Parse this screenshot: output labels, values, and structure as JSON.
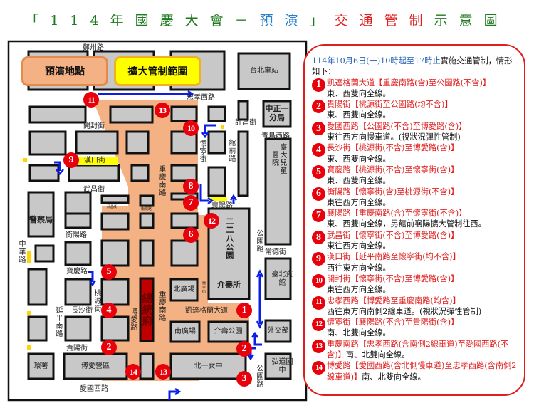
{
  "title": {
    "part1": "「114年國慶大會－",
    "part2": "預演",
    "part3": "」",
    "part4": "交通管制",
    "part5": "示意圖"
  },
  "legend": {
    "rehearsal_site": "預演地點",
    "expanded_control": "擴大管制範圍"
  },
  "colors": {
    "rehearsal_site": "#f4b183",
    "expanded_control": "#ffff00",
    "badge": "#e8000b",
    "arrow": "#0a1ee8",
    "presidential_office": "#c00000",
    "block": "#c8c8c8"
  },
  "map": {
    "streets": {
      "zhengzhou": "鄭州路",
      "zhongxiao_w": "忠孝西路",
      "kaifeng": "開封街",
      "hankou": "漢口街",
      "wuchang": "武昌街",
      "chongqing_s_n": "重慶南路",
      "huaining_n": "懷寧街",
      "guanqian": "館前路",
      "xuchang": "許昌街",
      "qingdao_w": "青島西路",
      "xiangyang": "襄陽路",
      "hengyang": "衡陽路",
      "zhonghua": "中華路",
      "baoqing": "寶慶路",
      "taoyuan": "桃源街",
      "changsha": "長沙街",
      "yanping_s": "延平南路",
      "boai": "博愛路",
      "chongqing_s_s": "重慶南路",
      "ketagalan": "凱達格蘭大道",
      "gongyuan_n": "公園路",
      "changde": "常德街",
      "guiyang": "貴陽街",
      "aiguo_w": "愛國西路",
      "gongyuan_s": "公園路",
      "huaining_small": "懷寧街",
      "hengyang_small": "衡陽路",
      "wuchang_small": "武昌街"
    },
    "places": {
      "taipei_station": "台北車站",
      "zhongzheng_1st": "中正一分局",
      "ntuh_children": "臺大兒童醫院",
      "police": "警察局",
      "park_228": "二二八公園",
      "jieshou_hall": "介壽所",
      "north_plaza": "北廣場",
      "presidential_office": "總統府",
      "south_plaza": "南廣場",
      "jieshou_park": "介壽公園",
      "taipei_guest_house": "臺北賓館",
      "mofa": "外交部",
      "epa": "環署",
      "boai_camp": "博愛營區",
      "first_girls": "北一女中",
      "hongdao": "弘道國中"
    },
    "badges": [
      "11",
      "13",
      "10",
      "9",
      "8",
      "7",
      "12",
      "6",
      "5",
      "4",
      "1",
      "2",
      "2",
      "14",
      "13",
      "3"
    ]
  },
  "panel": {
    "header_blue": "114年10月6日(一)10時起至17時止",
    "header_black": "實施交通管制，情形如下：",
    "items": [
      {
        "num": "1",
        "road": "凱達格蘭大道【重慶南路(含)至公園路(不含)】",
        "desc": "東、西雙向全線。"
      },
      {
        "num": "2",
        "road": "貴陽街【桃源街至公園路(均不含)】",
        "desc": "東、西雙向全線。"
      },
      {
        "num": "3",
        "road": "愛國西路【公園路(不含)至博愛路(含)】",
        "desc": "東往西方向慢車道。(視狀況彈性管制)"
      },
      {
        "num": "4",
        "road": "長沙街【桃源街(不含)至博愛路(含)】",
        "desc": "東、西雙向全線。"
      },
      {
        "num": "5",
        "road": "寶慶路【桃源街(不含)至懷寧街(含)】",
        "desc": "東、西雙向全線。"
      },
      {
        "num": "6",
        "road": "衡陽路【懷寧街(含)至桃源街(不含)】",
        "desc": "東往西方向全線。"
      },
      {
        "num": "7",
        "road": "襄陽路【重慶南路(含)至懷寧街(不含)】",
        "desc": "東、西雙向全線，另館前襄陽擴大管制往西。"
      },
      {
        "num": "8",
        "road": "武昌街【懷寧街(不含)至博愛路(含)】",
        "desc": "東往西方向全線。"
      },
      {
        "num": "9",
        "road": "漢口街【延平南路至懷寧街(均不含)】",
        "desc": "西往東方向全線。"
      },
      {
        "num": "10",
        "road": "開封街【懷寧街(不含)至博愛路(含)】",
        "desc": "東往西方向全線。"
      },
      {
        "num": "11",
        "road": "忠孝西路【博愛路至重慶南路(均含)】",
        "desc": "西往東方向南側2線車道。(視狀況彈性管制)"
      },
      {
        "num": "12",
        "road": "懷寧街【襄陽路(不含)至貴陽街(含)】",
        "desc": "南、北雙向全線。"
      },
      {
        "num": "13",
        "road": "重慶南路【忠孝西路(含南側2線車道)至愛國西路(不含)】",
        "desc": "南、北雙向全線。"
      },
      {
        "num": "14",
        "road": "博愛路【愛國西路(含北側慢車道)至忠孝西路(含南側2線車道)】",
        "desc": "南、北雙向全線。"
      }
    ]
  }
}
